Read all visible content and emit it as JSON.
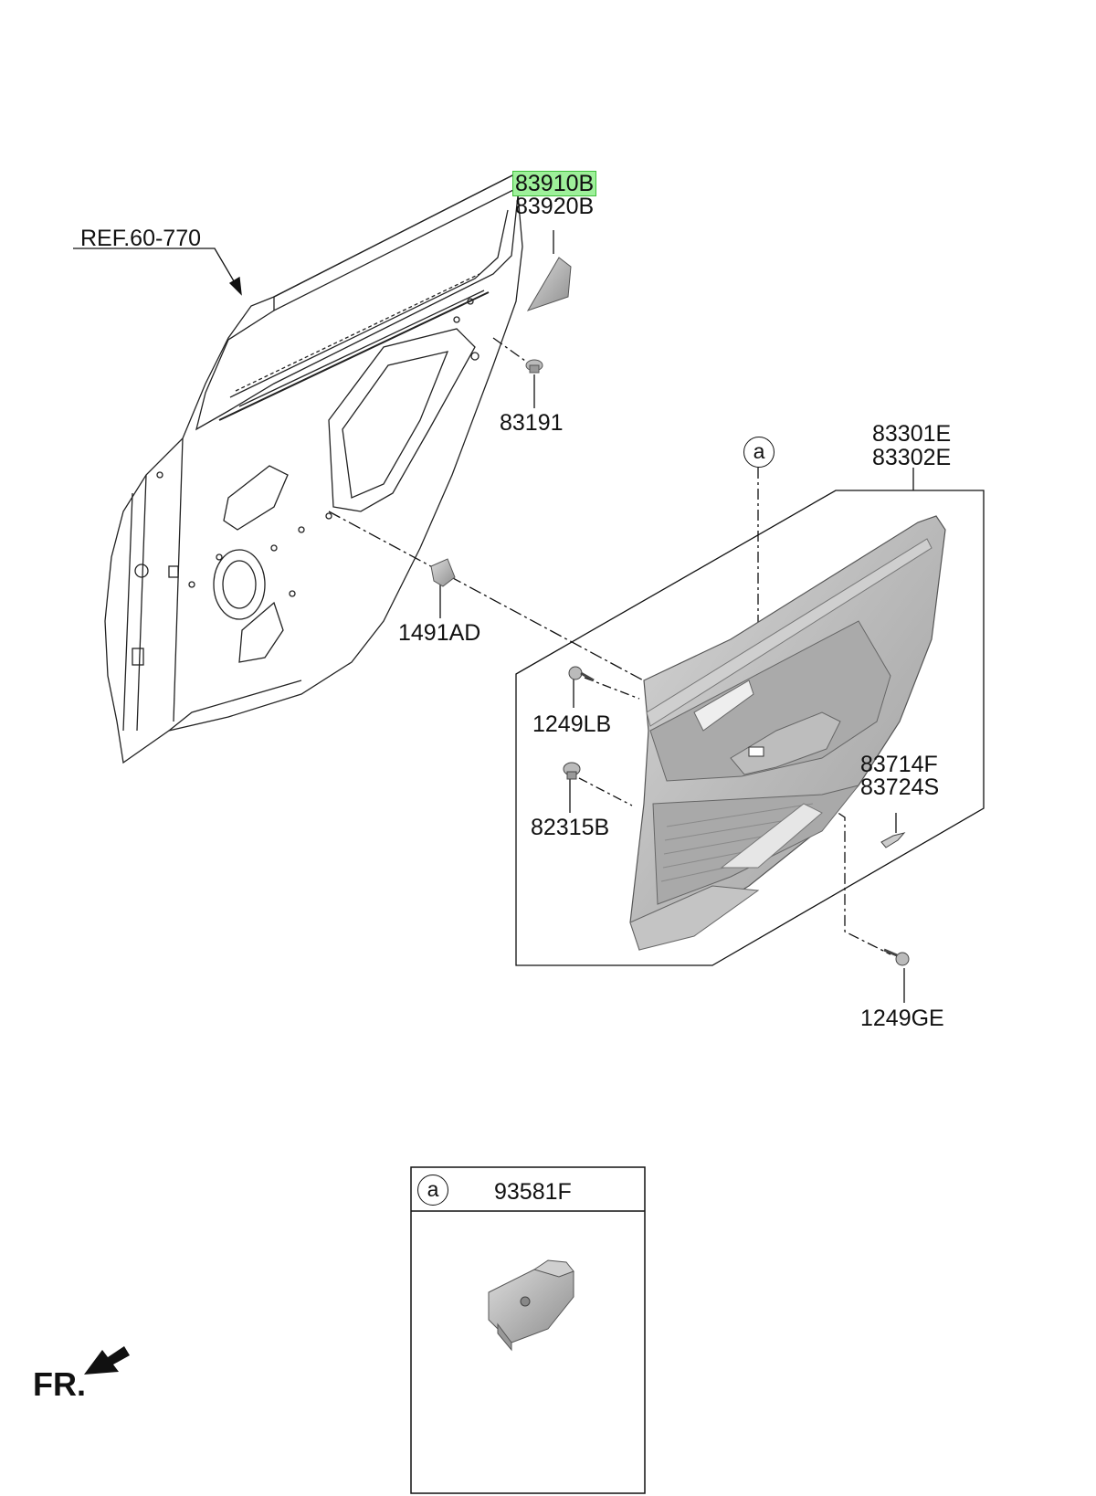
{
  "callouts": {
    "ref": "REF.60-770",
    "trim_1": "83910B",
    "trim_2": "83920B",
    "clip_83191": "83191",
    "panel_1": "83301E",
    "panel_2": "83302E",
    "marker_a": "a",
    "retainer": "1491AD",
    "screw_lb": "1249LB",
    "fastener": "82315B",
    "clip_1": "83714F",
    "clip_2": "83724S",
    "screw_ge": "1249GE"
  },
  "inset": {
    "marker": "a",
    "part": "93581F"
  },
  "orientation": "FR.",
  "highlight_color": "#9ef09a"
}
